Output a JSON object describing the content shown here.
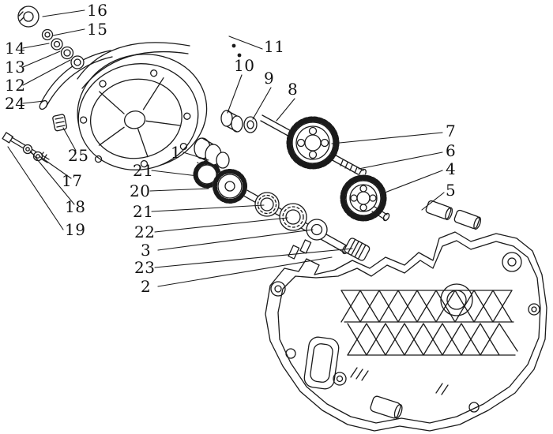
{
  "figure": {
    "background_color": "#ffffff",
    "line_color": "#1a1a1a"
  },
  "callouts": [
    {
      "label": "16"
    },
    {
      "label": "15"
    },
    {
      "label": "14"
    },
    {
      "label": "13"
    },
    {
      "label": "12"
    },
    {
      "label": "24"
    },
    {
      "label": "25"
    },
    {
      "label": "17"
    },
    {
      "label": "18"
    },
    {
      "label": "19"
    },
    {
      "label": "11"
    },
    {
      "label": "10"
    },
    {
      "label": "9"
    },
    {
      "label": "8"
    },
    {
      "label": "1"
    },
    {
      "label": "21"
    },
    {
      "label": "20"
    },
    {
      "label": "21"
    },
    {
      "label": "22"
    },
    {
      "label": "3"
    },
    {
      "label": "23"
    },
    {
      "label": "2"
    },
    {
      "label": "7"
    },
    {
      "label": "6"
    },
    {
      "label": "4"
    },
    {
      "label": "5"
    }
  ]
}
